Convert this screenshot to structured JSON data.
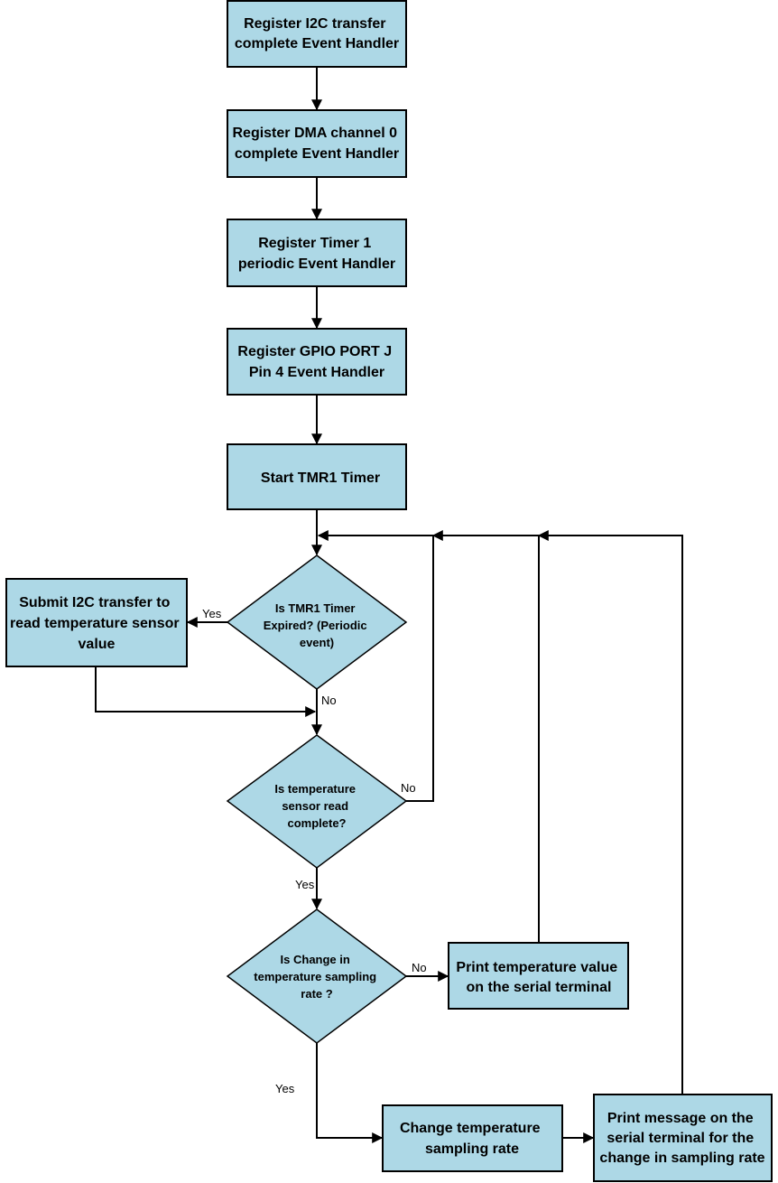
{
  "nodes": {
    "reg_i2c": [
      "Register I2C transfer",
      "complete Event Handler"
    ],
    "reg_dma": [
      "Register DMA channel 0",
      "complete Event Handler"
    ],
    "reg_timer": [
      "Register Timer 1",
      "periodic Event Handler"
    ],
    "reg_gpio": [
      "Register GPIO PORT J",
      "Pin 4 Event Handler"
    ],
    "start_timer": [
      "Start TMR1 Timer"
    ],
    "submit_i2c": [
      "Submit I2C transfer to",
      "read temperature sensor",
      "value"
    ],
    "dec_timer": [
      "Is TMR1 Timer",
      "Expired? (Periodic",
      "event)"
    ],
    "dec_read": [
      "Is temperature",
      "sensor read",
      "complete?"
    ],
    "dec_rate": [
      "Is Change in",
      "temperature sampling",
      "rate ?"
    ],
    "print_temp": [
      "Print temperature value",
      "on the serial terminal"
    ],
    "change_rate": [
      "Change temperature",
      "sampling rate"
    ],
    "print_msg": [
      "Print message on the",
      "serial terminal for the",
      "change in sampling rate"
    ]
  },
  "edge_labels": {
    "timer_yes": "Yes",
    "timer_no": "No",
    "read_no": "No",
    "read_yes": "Yes",
    "rate_no": "No",
    "rate_yes": "Yes"
  }
}
